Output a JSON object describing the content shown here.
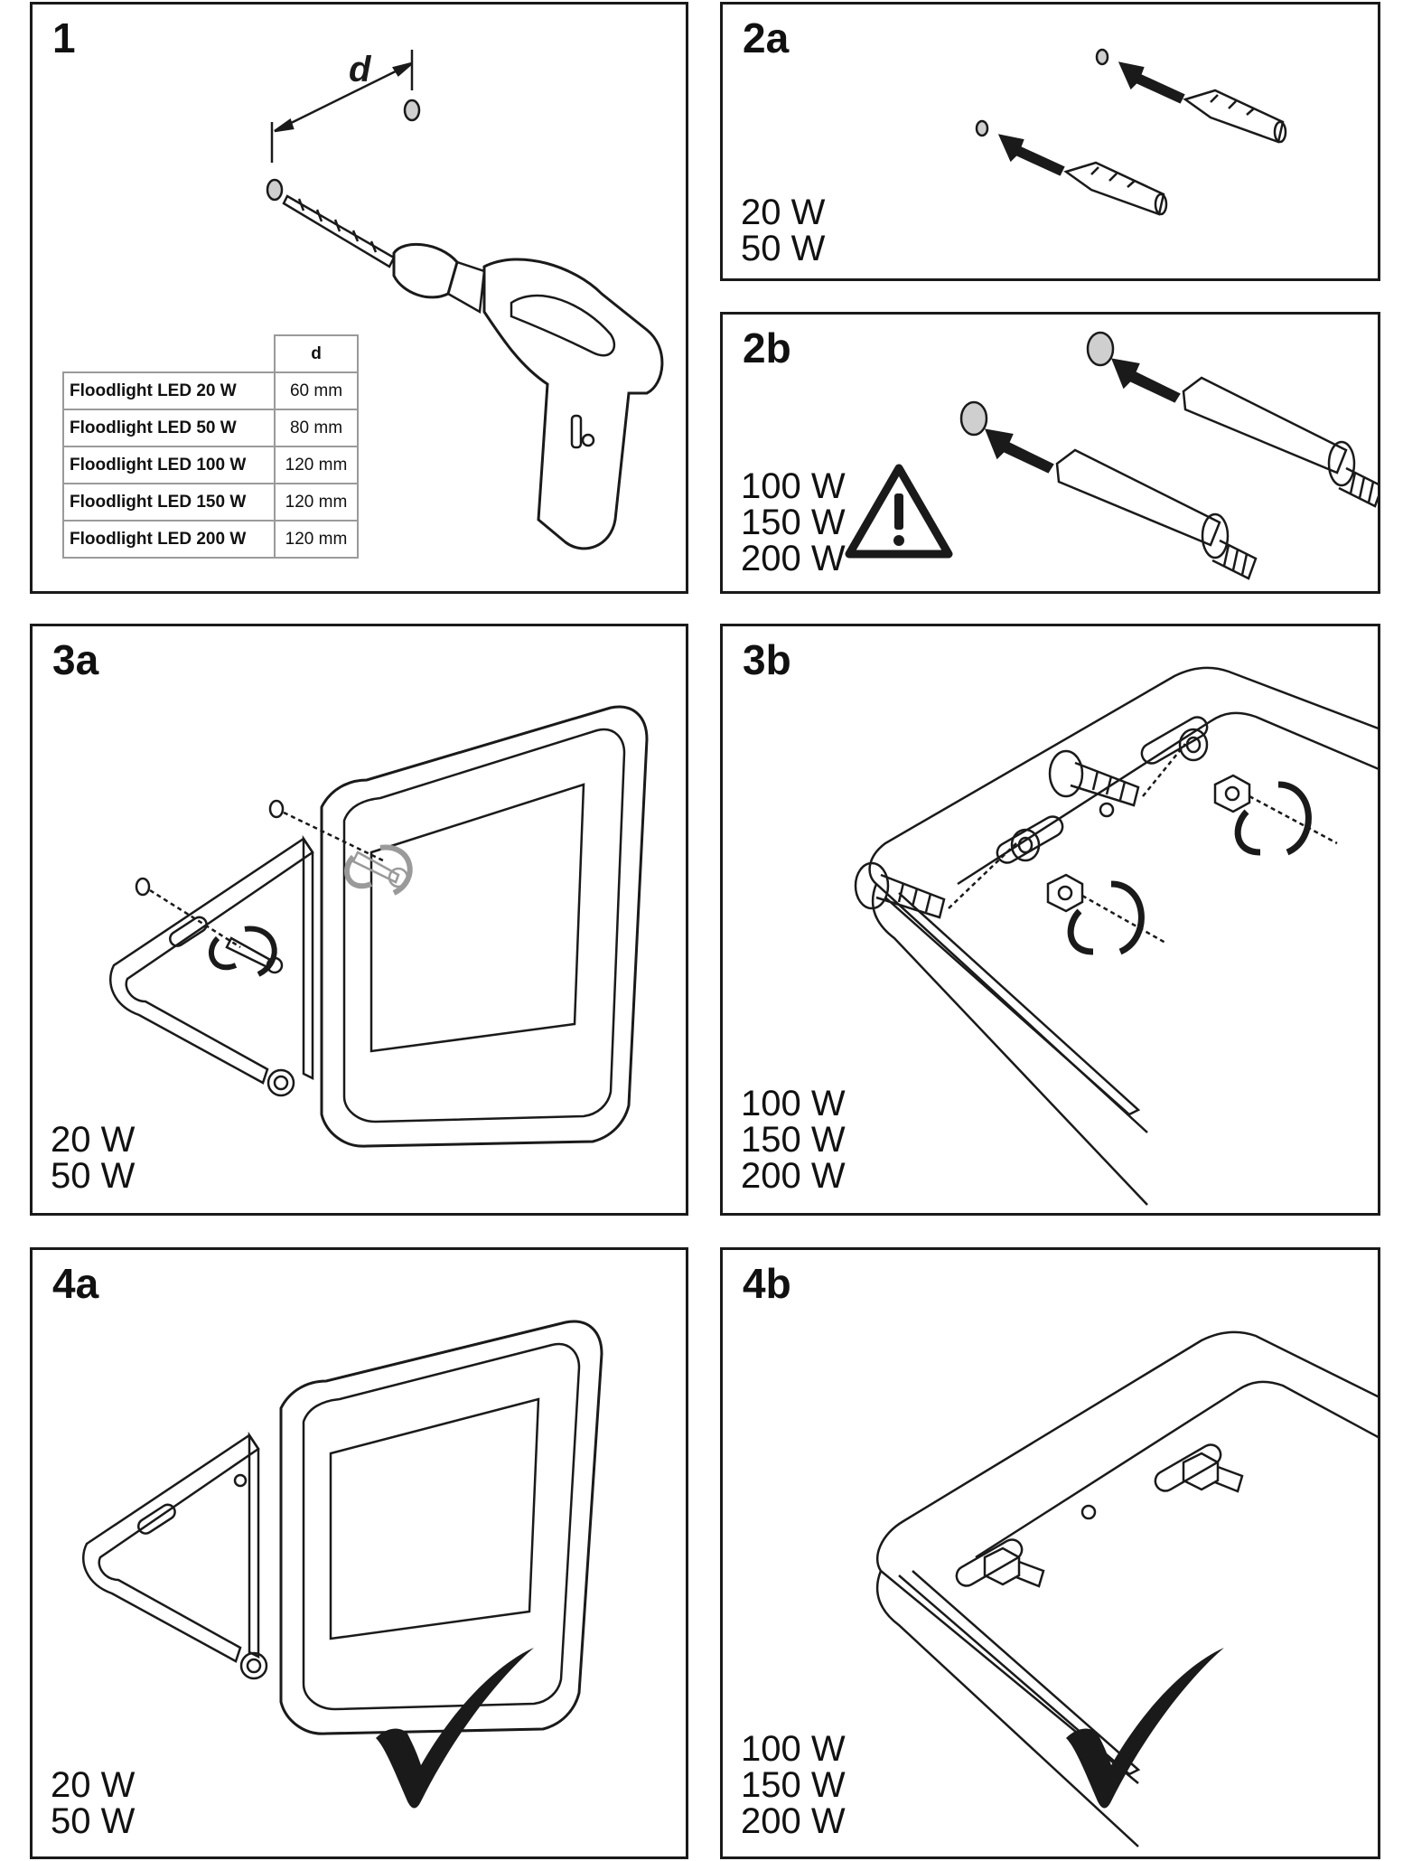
{
  "panels": {
    "p1": {
      "step": "1",
      "dim_label": "d",
      "table": {
        "header": "d",
        "rows": [
          {
            "name": "Floodlight LED 20 W",
            "value": "60 mm"
          },
          {
            "name": "Floodlight LED 50 W",
            "value": "80 mm"
          },
          {
            "name": "Floodlight LED 100 W",
            "value": "120 mm"
          },
          {
            "name": "Floodlight LED 150 W",
            "value": "120 mm"
          },
          {
            "name": "Floodlight LED 200 W",
            "value": "120 mm"
          }
        ]
      }
    },
    "p2a": {
      "step": "2a",
      "watts": [
        "20 W",
        "50 W"
      ]
    },
    "p2b": {
      "step": "2b",
      "watts": [
        "100 W",
        "150 W",
        "200 W"
      ],
      "warning_icon": "warning-triangle-icon"
    },
    "p3a": {
      "step": "3a",
      "watts": [
        "20 W",
        "50 W"
      ]
    },
    "p3b": {
      "step": "3b",
      "watts": [
        "100 W",
        "150 W",
        "200 W"
      ]
    },
    "p4a": {
      "step": "4a",
      "watts": [
        "20 W",
        "50 W"
      ],
      "check_icon": "checkmark-icon"
    },
    "p4b": {
      "step": "4b",
      "watts": [
        "100 W",
        "150 W",
        "200 W"
      ],
      "check_icon": "checkmark-icon"
    }
  },
  "colors": {
    "stroke": "#1a1a1a",
    "hole_fill": "#cfcfcf",
    "table_border": "#9a9a9a"
  }
}
